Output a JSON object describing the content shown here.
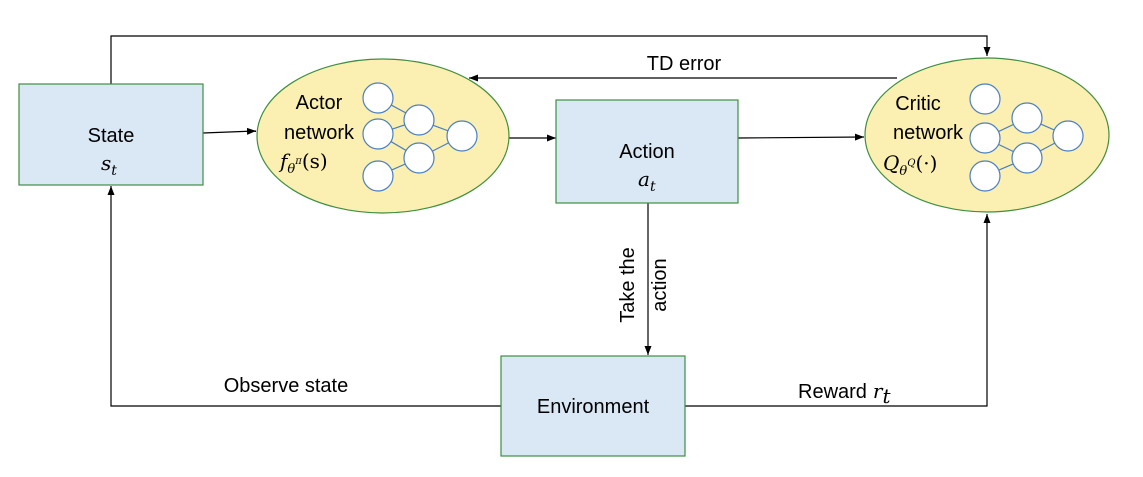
{
  "state": {
    "label": "State",
    "symbol": "s",
    "sub": "t"
  },
  "actor": {
    "line1": "Actor",
    "line2": "network",
    "func": "f",
    "sub": "θ",
    "supsup": "π",
    "arg": "(s)"
  },
  "action": {
    "label": "Action",
    "symbol": "a",
    "sub": "t"
  },
  "critic": {
    "line1": "Critic",
    "line2": "network",
    "func": "Q",
    "sub": "θ",
    "supsup": "Q",
    "arg": "(·)"
  },
  "environment": {
    "label": "Environment"
  },
  "edges": {
    "td_error": "TD error",
    "take_action_line1": "Take the",
    "take_action_line2": "action",
    "observe_state": "Observe state",
    "reward_text": "Reward",
    "reward_symbol": "r",
    "reward_sub": "t"
  },
  "colors": {
    "box_fill": "#dae7f5",
    "ellipse_fill": "#fbefb1",
    "border": "#3f8f3f",
    "node_stroke": "#4a7fc0"
  }
}
